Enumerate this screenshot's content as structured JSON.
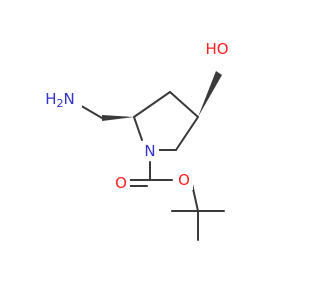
{
  "molecule": {
    "atoms": {
      "amine": {
        "label": "NH2",
        "h": "H",
        "sub": "2",
        "n": "N",
        "color": "#3333cc"
      },
      "hydroxyl": {
        "label": "HO",
        "color": "#ff2020"
      },
      "ring_nitrogen": {
        "label": "N",
        "color": "#3333cc"
      },
      "carbonyl_oxygen": {
        "label": "O",
        "color": "#ff2020"
      },
      "ester_oxygen": {
        "label": "O",
        "color": "#ff2020"
      }
    },
    "bond_color": "#3a3a3a"
  }
}
